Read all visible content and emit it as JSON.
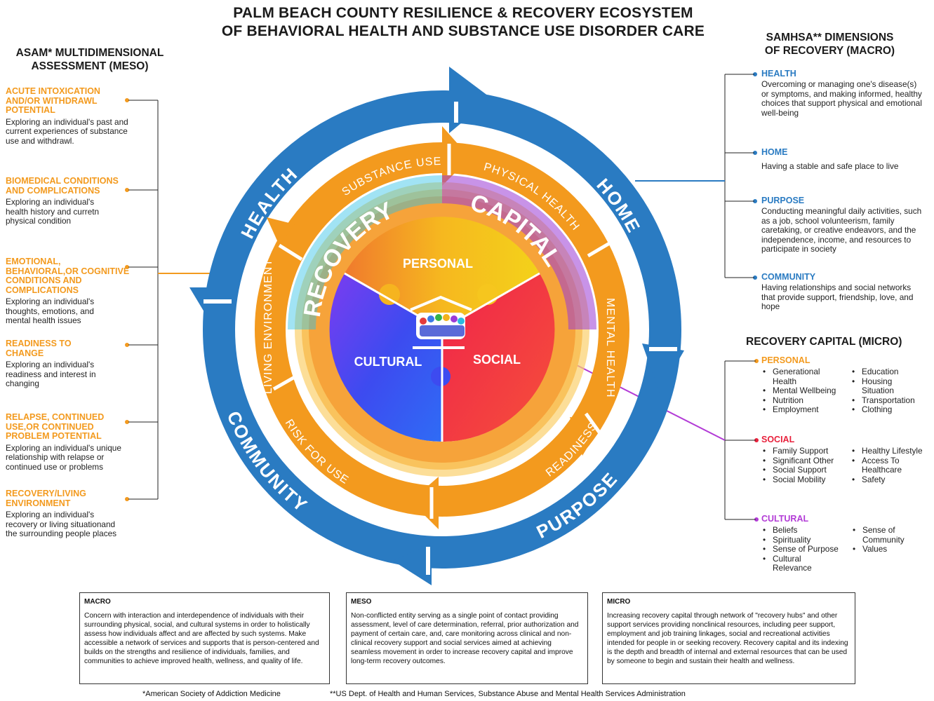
{
  "title": {
    "line1": "PALM BEACH COUNTY RESILIENCE & RECOVERY ECOSYSTEM",
    "line2": "OF BEHAVIORAL HEALTH AND SUBSTANCE USE DISORDER CARE"
  },
  "asam": {
    "heading_line1": "ASAM* MULTIDIMENSIONAL",
    "heading_line2": "ASSESSMENT (MESO)",
    "items": [
      {
        "title": "ACUTE INTOXICATION AND/OR WITHDRAWL POTENTIAL",
        "desc": "Exploring an individual's past and current experiences of substance use and withdrawl."
      },
      {
        "title": "BIOMEDICAL CONDITIONS AND COMPLICATIONS",
        "desc": "Exploring an individual's health history and curretn physical condition"
      },
      {
        "title": "EMOTIONAL, BEHAVIORAL,OR COGNITIVE CONDITIONS AND COMPLICATIONS",
        "desc": "Exploring an individual's thoughts, emotions, and mental health issues"
      },
      {
        "title": "READINESS TO CHANGE",
        "desc": "Exploring an individual's readiness and interest in changing"
      },
      {
        "title": "RELAPSE, CONTINUED USE,OR CONTINUED PROBLEM POTENTIAL",
        "desc": "Exploring an individual's unique relationship with relapse or continued use or problems"
      },
      {
        "title": "RECOVERY/LIVING ENVIRONMENT",
        "desc": "Exploring an individual's recovery or living situationand the surrounding people places"
      }
    ]
  },
  "samhsa": {
    "heading_line1": "SAMHSA** DIMENSIONS",
    "heading_line2": "OF RECOVERY (MACRO)",
    "items": [
      {
        "title": "HEALTH",
        "desc": "Overcoming or managing one's disease(s) or symptoms, and making informed, healthy choices that support physical and emotional well-being"
      },
      {
        "title": "HOME",
        "desc": "Having a stable and safe place to live"
      },
      {
        "title": "PURPOSE",
        "desc": "Conducting meaningful daily activities, such as a job, school volunteerism, family caretaking, or creative endeavors, and the independence, income, and resources to participate in society"
      },
      {
        "title": "COMMUNITY",
        "desc": "Having relationships and social networks that provide support, friendship, love, and hope"
      }
    ]
  },
  "recovery_capital": {
    "heading": "RECOVERY CAPITAL (MICRO)",
    "personal": {
      "title": "PERSONAL",
      "col1": [
        "Generational Health",
        "Mental Wellbeing",
        "Nutrition",
        "Employment"
      ],
      "col2": [
        "Education",
        "Housing Situation",
        "Transportation",
        "Clothing"
      ]
    },
    "social": {
      "title": "SOCIAL",
      "col1": [
        "Family Support",
        "Significant Other",
        "Social Support",
        "Social Mobility"
      ],
      "col2": [
        "Healthy Lifestyle",
        "Access To Healthcare",
        "Safety"
      ]
    },
    "cultural": {
      "title": "CULTURAL",
      "col1": [
        "Beliefs",
        "Spirituality",
        "Sense of Purpose",
        "Cultural Relevance"
      ],
      "col2": [
        "Sense of Community",
        "Values"
      ]
    }
  },
  "diagram": {
    "outer": [
      "HEALTH",
      "HOME",
      "PURPOSE",
      "COMMUNITY"
    ],
    "middle": [
      "SUBSTANCE USE",
      "PHYSICAL HEALTH",
      "MENTAL HEALTH",
      "READINESS",
      "RISK FOR USE",
      "LIVING ENVIRONMENT"
    ],
    "arc_left": "RECOVERY",
    "arc_right": "CAPITAL",
    "core": [
      "PERSONAL",
      "CULTURAL",
      "SOCIAL"
    ]
  },
  "boxes": [
    {
      "title": "MACRO",
      "text": "Concern with interaction and interdependence of individuals with their surrounding physical, social, and cultural systems in order to holistically assess how individuals affect and are affected by such systems. Make accessible a network of services and supports that is person-centered and builds on the strengths and resilience of individuals, families, and communities to achieve improved health, wellness, and quality of life."
    },
    {
      "title": "MESO",
      "text": "Non-conflicted entity serving as a single point of contact providing assessment, level of care determination, referral, prior authorization and payment of certain care, and, care monitoring across clinical and non-clinical recovery support and social services aimed at achieving seamless movement in order to increase recovery capital and improve long-term recovery outcomes."
    },
    {
      "title": "MICRO",
      "text": "Increasing recovery capital through network of \"recovery hubs\" and other support services providing nonclinical resources, including peer support, employment and job training linkages, social and recreational activities intended for people in or seeking recovery. Recovery capital and its indexing is the depth and breadth of internal and external resources that can be used by someone to begin and sustain their health and wellness."
    }
  ],
  "footnotes": {
    "asam": "*American Society of Addiction Medicine",
    "samhsa": "**US Dept. of Health and Human Services, Substance Abuse and Mental Health Services Administration"
  },
  "colors": {
    "blue": "#2a7bc2",
    "orange": "#f39a1e",
    "social_red": "#e8213c",
    "cultural_purple": "#b23bd6"
  }
}
